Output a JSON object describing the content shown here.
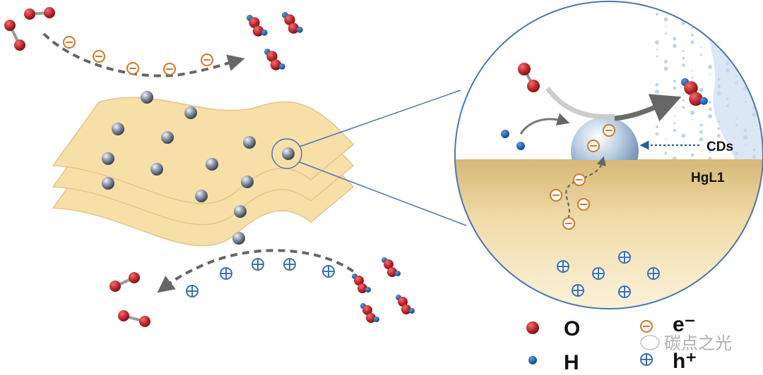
{
  "labels": {
    "cds": "CDs",
    "substrate": "HgL1"
  },
  "legend": {
    "oxygen": "O",
    "hydrogen": "H",
    "electron": "e⁻",
    "hole": "h⁺"
  },
  "watermark": "碳点之光",
  "colors": {
    "oxygen": "#c0282e",
    "hydrogen": "#1457a8",
    "electron": "#d0782a",
    "hole": "#3d6fb8",
    "sheet": "#f7e0a8",
    "substrate": "#e6cb8e",
    "circle_outline": "#4a76b0"
  }
}
